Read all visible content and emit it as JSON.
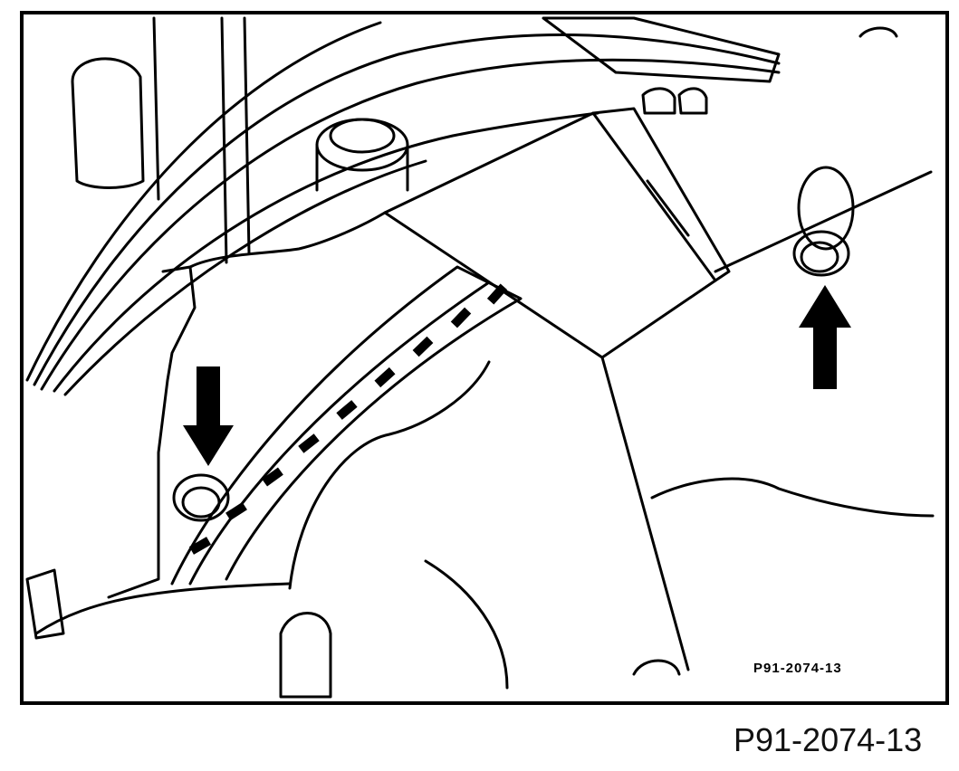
{
  "figure": {
    "inner_code": "P91-2074-13",
    "caption": "P91-2074-13",
    "colors": {
      "ink": "#000000",
      "paper": "#ffffff"
    },
    "indicators": [
      {
        "name": "arrow-down",
        "direction": "down"
      },
      {
        "name": "arrow-up",
        "direction": "up"
      }
    ]
  }
}
